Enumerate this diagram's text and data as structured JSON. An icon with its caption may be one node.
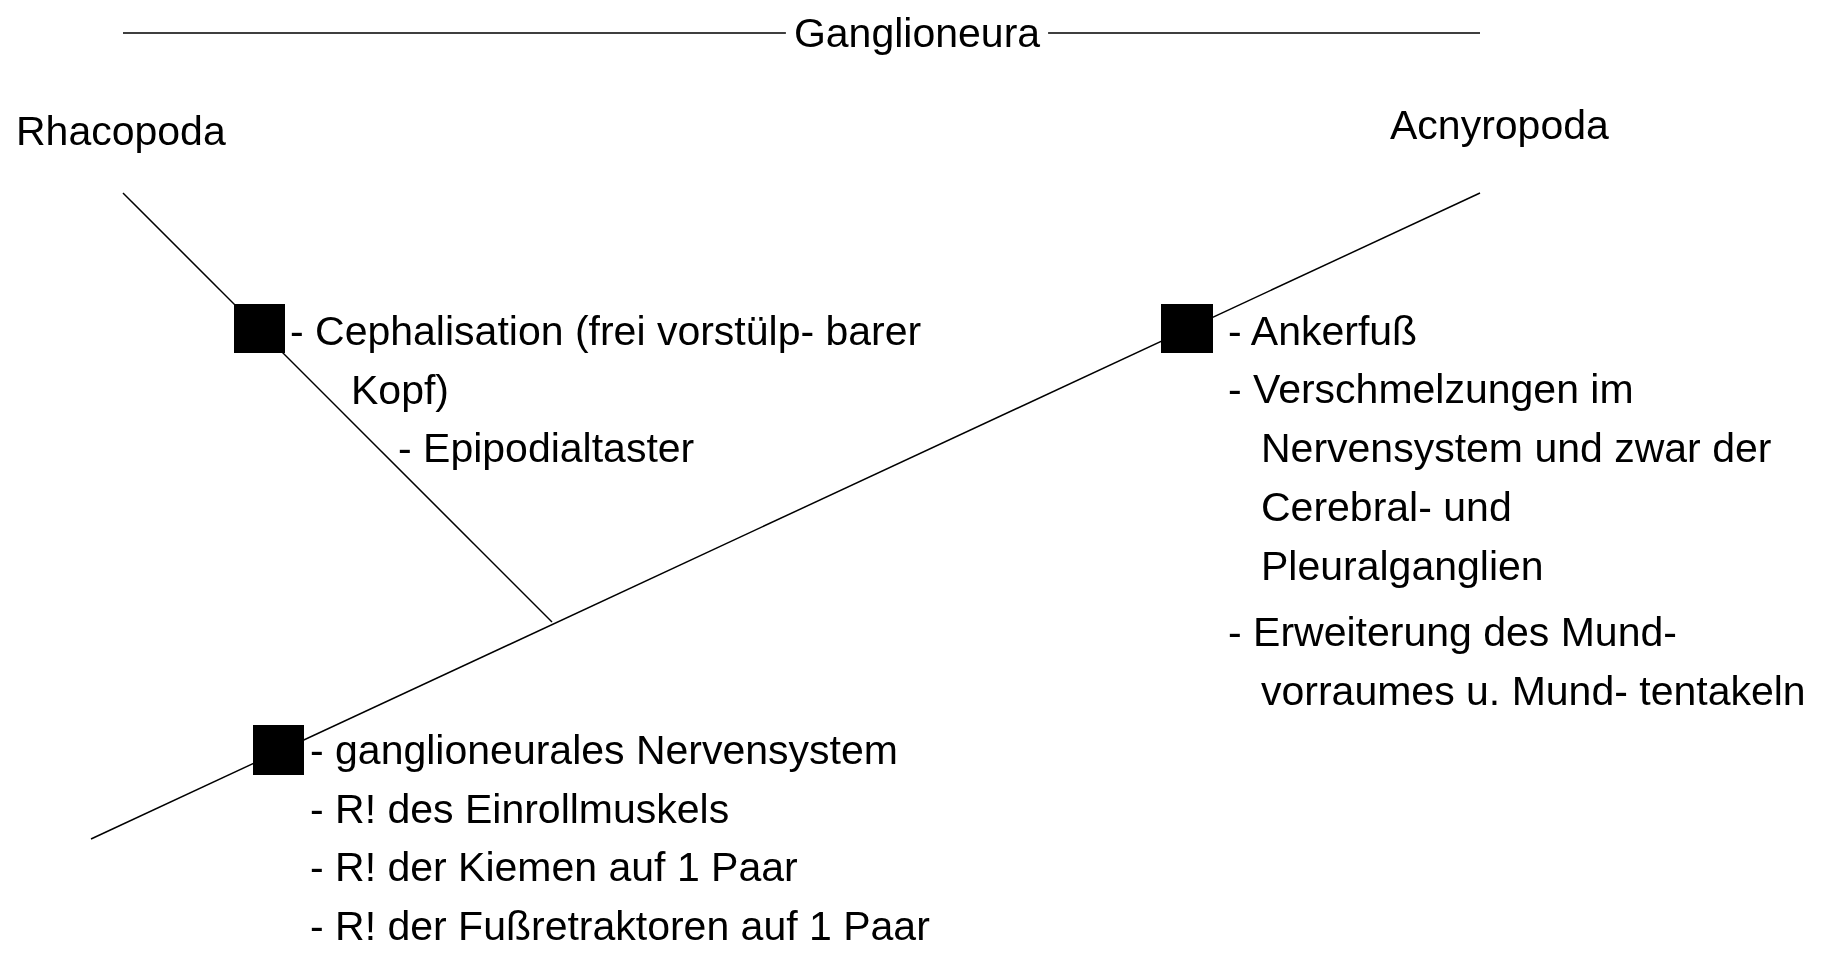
{
  "diagram": {
    "labels": [
      "Ganglioneura",
      "Rhacopoda",
      "Acnyropoda",
      "- Cephalisation (frei vorstülp- barer Kopf)",
      "- Epipodialtaster",
      "- Ankerfuß",
      "- Verschmelzungen im Nervensystem und zwar der Cerebral- und Pleuralganglien",
      "- Erweiterung des Mund- vorraumes u. Mund- tentakeln",
      "- ganglioneurales Nervensystem",
      "- R! des Einrollmuskels",
      "- R! der Kiemen auf 1 Paar",
      "- R! der Fußretraktoren auf 1 Paar"
    ]
  }
}
